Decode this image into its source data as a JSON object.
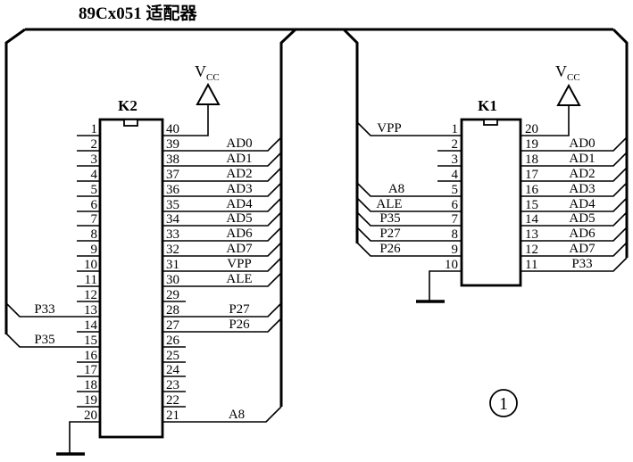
{
  "title": "89Cx051 适配器",
  "sheet_number": "1",
  "vcc": {
    "main": "V",
    "sub": "CC"
  },
  "k2": {
    "name": "K2",
    "left_pins": [
      "1",
      "2",
      "3",
      "4",
      "5",
      "6",
      "7",
      "8",
      "9",
      "10",
      "11",
      "12",
      "13",
      "14",
      "15",
      "16",
      "17",
      "18",
      "19",
      "20"
    ],
    "right_pins": [
      "40",
      "39",
      "38",
      "37",
      "36",
      "35",
      "34",
      "33",
      "32",
      "31",
      "30",
      "29",
      "28",
      "27",
      "26",
      "25",
      "24",
      "23",
      "22",
      "21"
    ],
    "left_signals": [
      "P33",
      "P35"
    ],
    "right_signals": [
      "AD0",
      "AD1",
      "AD2",
      "AD3",
      "AD4",
      "AD5",
      "AD6",
      "AD7",
      "VPP",
      "ALE",
      "P27",
      "P26",
      "A8"
    ]
  },
  "k1": {
    "name": "K1",
    "left_pins": [
      "1",
      "2",
      "3",
      "4",
      "5",
      "6",
      "7",
      "8",
      "9",
      "10"
    ],
    "right_pins": [
      "20",
      "19",
      "18",
      "17",
      "16",
      "15",
      "14",
      "13",
      "12",
      "11"
    ],
    "left_signals": [
      "VPP",
      "A8",
      "ALE",
      "P35",
      "P27",
      "P26"
    ],
    "right_signals": [
      "AD0",
      "AD1",
      "AD2",
      "AD3",
      "AD4",
      "AD5",
      "AD6",
      "AD7",
      "P33"
    ]
  }
}
